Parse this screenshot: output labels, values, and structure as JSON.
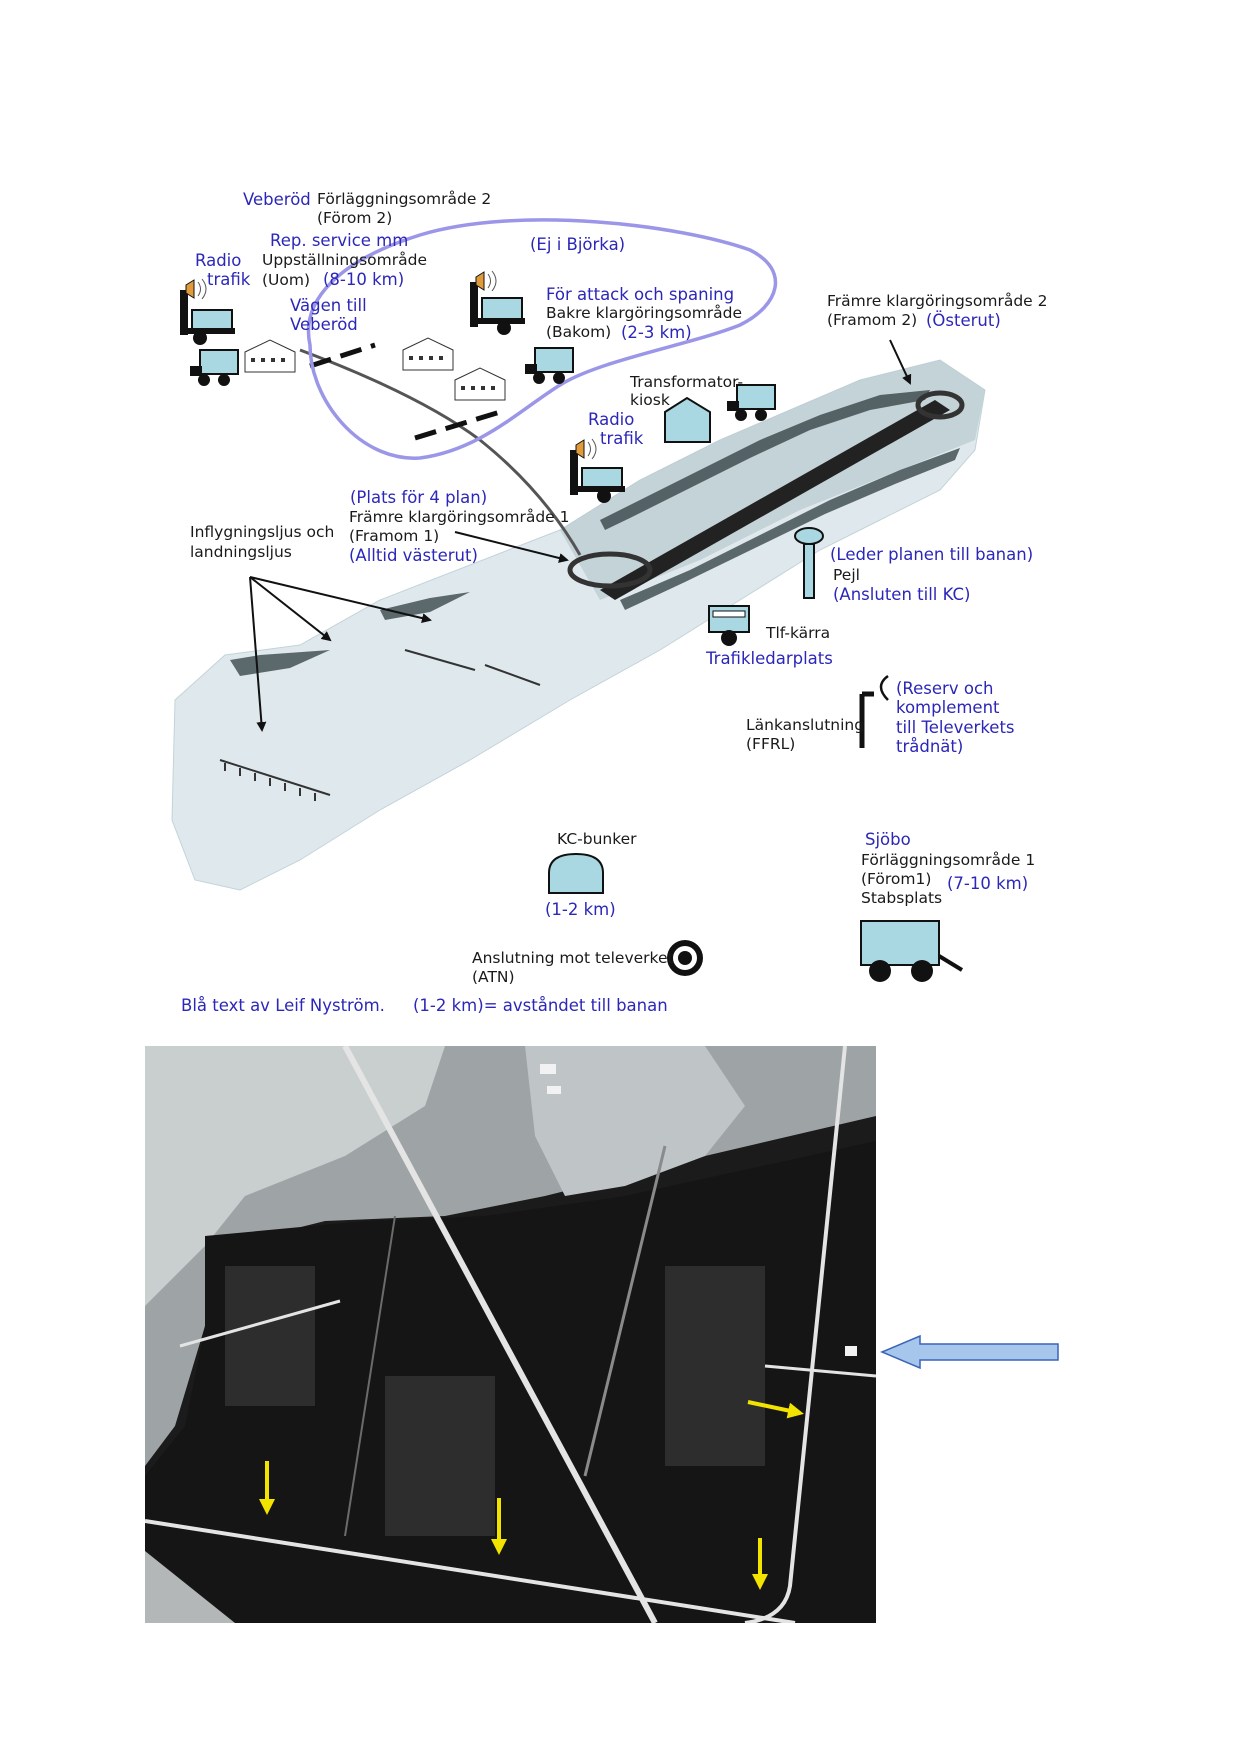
{
  "colors": {
    "blue_text": "#2c27b8",
    "black_text": "#1a1a1a",
    "vehicle_fill": "#a9d7e2",
    "outline_purple": "#9b96e8",
    "yellow_arrow": "#f3e400",
    "side_arrow_fill": "#a7c6ec",
    "side_arrow_stroke": "#3a63b8"
  },
  "diagram": {
    "veberod": "Veberöd",
    "forom2_a": "Förläggningsområde 2",
    "forom2_b": "(Förom 2)",
    "rep_service": "Rep. service mm",
    "radio1_a": "Radio",
    "radio1_b": "trafik",
    "uom_a": "Uppställningsområde",
    "uom_b": "(Uom)",
    "uom_dist": "(8-10 km)",
    "vagen_a": "Vägen till",
    "vagen_b": "Veberöd",
    "ej_bjorka": "(Ej i Björka)",
    "attack": "För attack och spaning",
    "bakom_a": "Bakre klargöringsområde",
    "bakom_b": "(Bakom)",
    "bakom_dist": "(2-3 km)",
    "framom2_a": "Främre klargöringsområde 2",
    "framom2_b": "(Framom 2)",
    "osterut": "(Österut)",
    "transformator_a": "Transformator-",
    "transformator_b": "kiosk",
    "radio2_a": "Radio",
    "radio2_b": "trafik",
    "plats4": "(Plats för 4 plan)",
    "framom1_a": "Främre klargöringsområde 1",
    "framom1_b": "(Framom 1)",
    "alltid": "(Alltid västerut)",
    "infl_a": "Inflygningsljus och",
    "infl_b": "landningsljus",
    "leder": "(Leder planen till banan)",
    "pejl": "Pejl",
    "ansluten": "(Ansluten till KC)",
    "tlf": "Tlf-kärra",
    "trafikleder": "Trafikledarplats",
    "reserv_a": "(Reserv och",
    "reserv_b": "komplement",
    "reserv_c": "till Televerkets",
    "reserv_d": "trådnät)",
    "lank_a": "Länkanslutning",
    "lank_b": "(FFRL)",
    "kc_bunker": "KC-bunker",
    "kc_dist": "(1-2 km)",
    "sjobo": "Sjöbo",
    "forom1_a": "Förläggningsområde 1",
    "forom1_b": "(Förom1)",
    "forom1_dist": "(7-10 km)",
    "stabsplats": "Stabsplats",
    "atn_a": "Anslutning mot televerket",
    "atn_b": "(ATN)",
    "credit": "Blå text av Leif Nyström.",
    "legend": "(1-2 km)= avståndet till banan"
  },
  "icons": {
    "radio": "radio-truck-icon",
    "truck": "truck-icon",
    "house": "house-icon",
    "kiosk": "transformer-kiosk-icon",
    "pejl": "direction-finder-icon",
    "tlf": "phone-cart-icon",
    "link": "microwave-link-icon",
    "bunker": "bunker-icon",
    "atn": "target-connection-icon",
    "trailer": "staff-trailer-icon"
  }
}
